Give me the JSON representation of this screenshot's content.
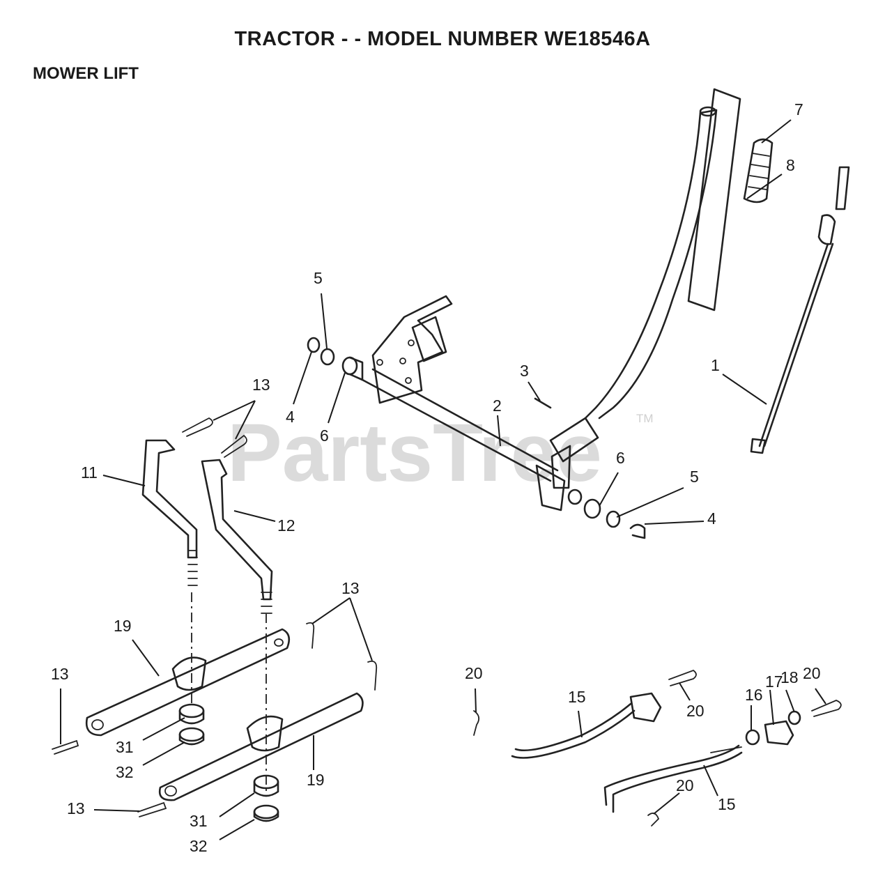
{
  "header": {
    "title": "TRACTOR - - MODEL NUMBER WE18546A",
    "section": "MOWER LIFT"
  },
  "watermark": {
    "text": "PartsTree",
    "trademark": "TM"
  },
  "callouts": {
    "c1": "1",
    "c2": "2",
    "c3": "3",
    "c4a": "4",
    "c4b": "4",
    "c5a": "5",
    "c5b": "5",
    "c6a": "6",
    "c6b": "6",
    "c7": "7",
    "c8": "8",
    "c11": "11",
    "c12": "12",
    "c13a": "13",
    "c13b": "13",
    "c13c": "13",
    "c13d": "13",
    "c15a": "15",
    "c15b": "15",
    "c16": "16",
    "c17": "17",
    "c18": "18",
    "c19a": "19",
    "c19b": "19",
    "c20a": "20",
    "c20b": "20",
    "c20c": "20",
    "c20d": "20",
    "c31a": "31",
    "c31b": "31",
    "c32a": "32",
    "c32b": "32"
  },
  "colors": {
    "ink": "#222222",
    "watermark": "#cfcfcf",
    "background": "#ffffff"
  }
}
